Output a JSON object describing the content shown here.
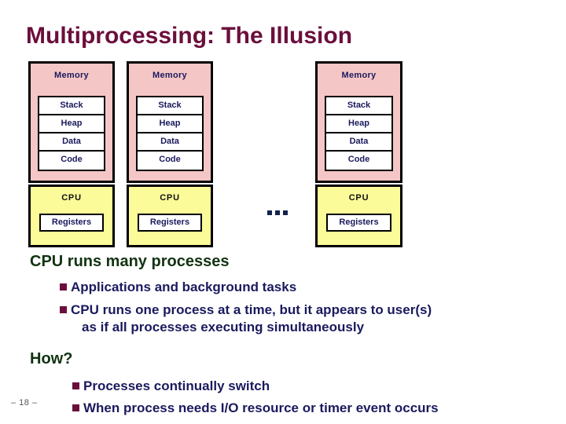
{
  "slide": {
    "title": "Multiprocessing: The Illusion",
    "page_number": "– 18 –",
    "title_color": "#6B0F3C",
    "heading_color": "#123312",
    "body_color": "#1A1A5E",
    "memory_fill": "#F5C6C6",
    "cpu_fill": "#FBFB99",
    "bullet_marker_color": "#6B0F3C"
  },
  "diagram": {
    "ellipsis": "...",
    "processes": [
      {
        "memory_label": "Memory",
        "segments": [
          "Stack",
          "Heap",
          "Data",
          "Code"
        ],
        "cpu_label": "CPU",
        "registers_label": "Registers"
      },
      {
        "memory_label": "Memory",
        "segments": [
          "Stack",
          "Heap",
          "Data",
          "Code"
        ],
        "cpu_label": "CPU",
        "registers_label": "Registers"
      },
      {
        "memory_label": "Memory",
        "segments": [
          "Stack",
          "Heap",
          "Data",
          "Code"
        ],
        "cpu_label": "CPU",
        "registers_label": "Registers"
      }
    ]
  },
  "content": {
    "heading_runs": "CPU runs many processes",
    "heading_how": "How?",
    "bullet_1": "Applications and background tasks",
    "bullet_2_line1": "CPU runs one process at a time, but it appears to user(s)",
    "bullet_2_line2": "as if all processes executing simultaneously",
    "bullet_3": "Processes continually switch",
    "bullet_4": "When process needs I/O resource or timer event occurs"
  }
}
